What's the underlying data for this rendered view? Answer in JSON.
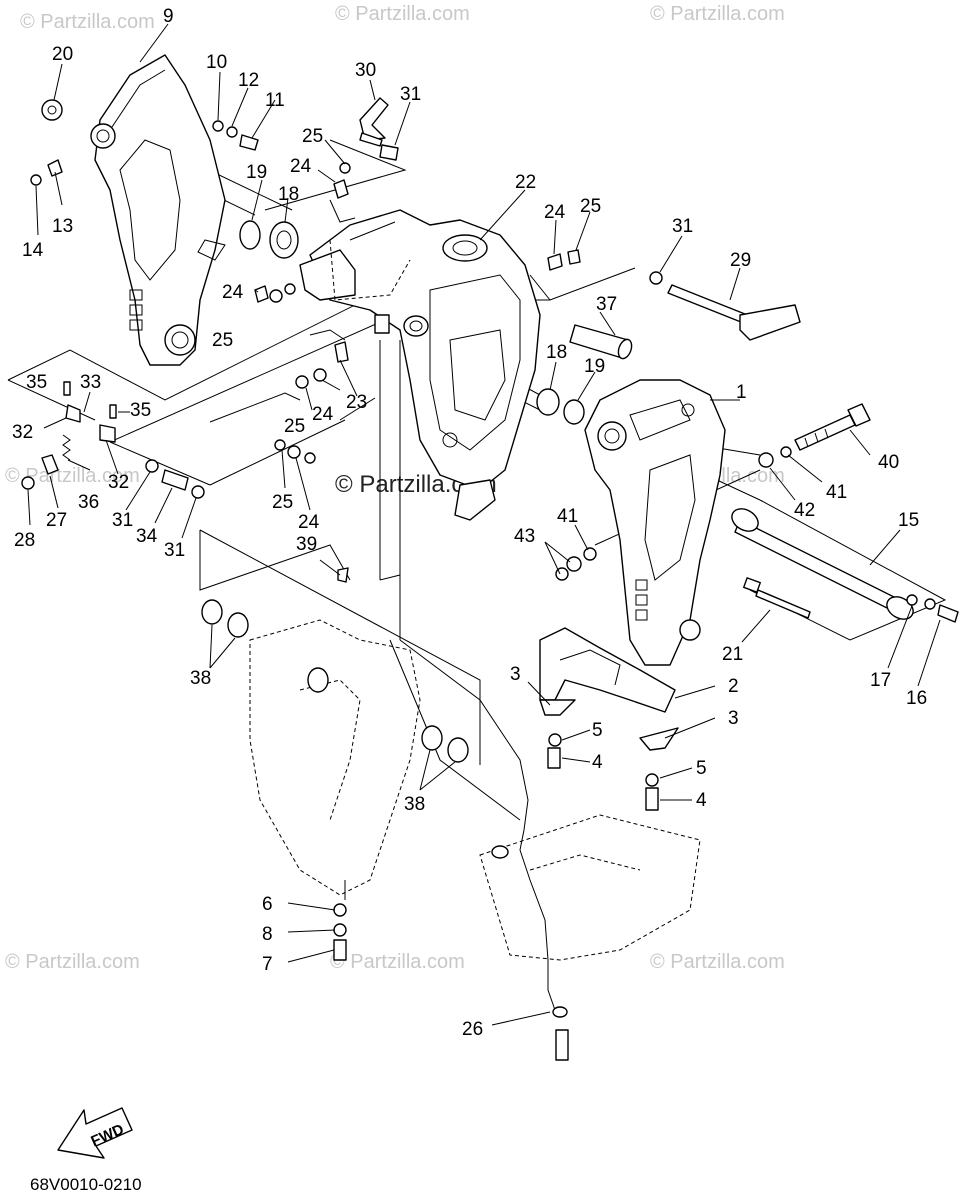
{
  "watermark": "© Partzilla.com",
  "diagram_code": "68V0010-0210",
  "fwd_label": "FWD",
  "callouts": {
    "c9": "9",
    "c20": "20",
    "c10": "10",
    "c12": "12",
    "c11": "11",
    "c30": "30",
    "c31a": "31",
    "c25a": "25",
    "c24a": "24",
    "c13": "13",
    "c14": "14",
    "c19a": "19",
    "c18a": "18",
    "c22": "22",
    "c24b": "24",
    "c25b": "25",
    "c31b": "31",
    "c29": "29",
    "c24c": "24",
    "c25c": "25",
    "c37": "37",
    "c35a": "35",
    "c33": "33",
    "c35b": "35",
    "c32a": "32",
    "c32b": "32",
    "c18b": "18",
    "c19b": "19",
    "c1": "1",
    "c25d": "25",
    "c24d": "24",
    "c23": "23",
    "c36": "36",
    "c27": "27",
    "c28": "28",
    "c31c": "31",
    "c34": "34",
    "c31d": "31",
    "c25e": "25",
    "c24e": "24",
    "c39": "39",
    "c40": "40",
    "c41a": "41",
    "c42": "42",
    "c41b": "41",
    "c43": "43",
    "c15": "15",
    "c21": "21",
    "c17": "17",
    "c16": "16",
    "c38a": "38",
    "c3a": "3",
    "c2": "2",
    "c3b": "3",
    "c5a": "5",
    "c4a": "4",
    "c5b": "5",
    "c4b": "4",
    "c38b": "38",
    "c6": "6",
    "c8": "8",
    "c7": "7",
    "c26": "26"
  }
}
